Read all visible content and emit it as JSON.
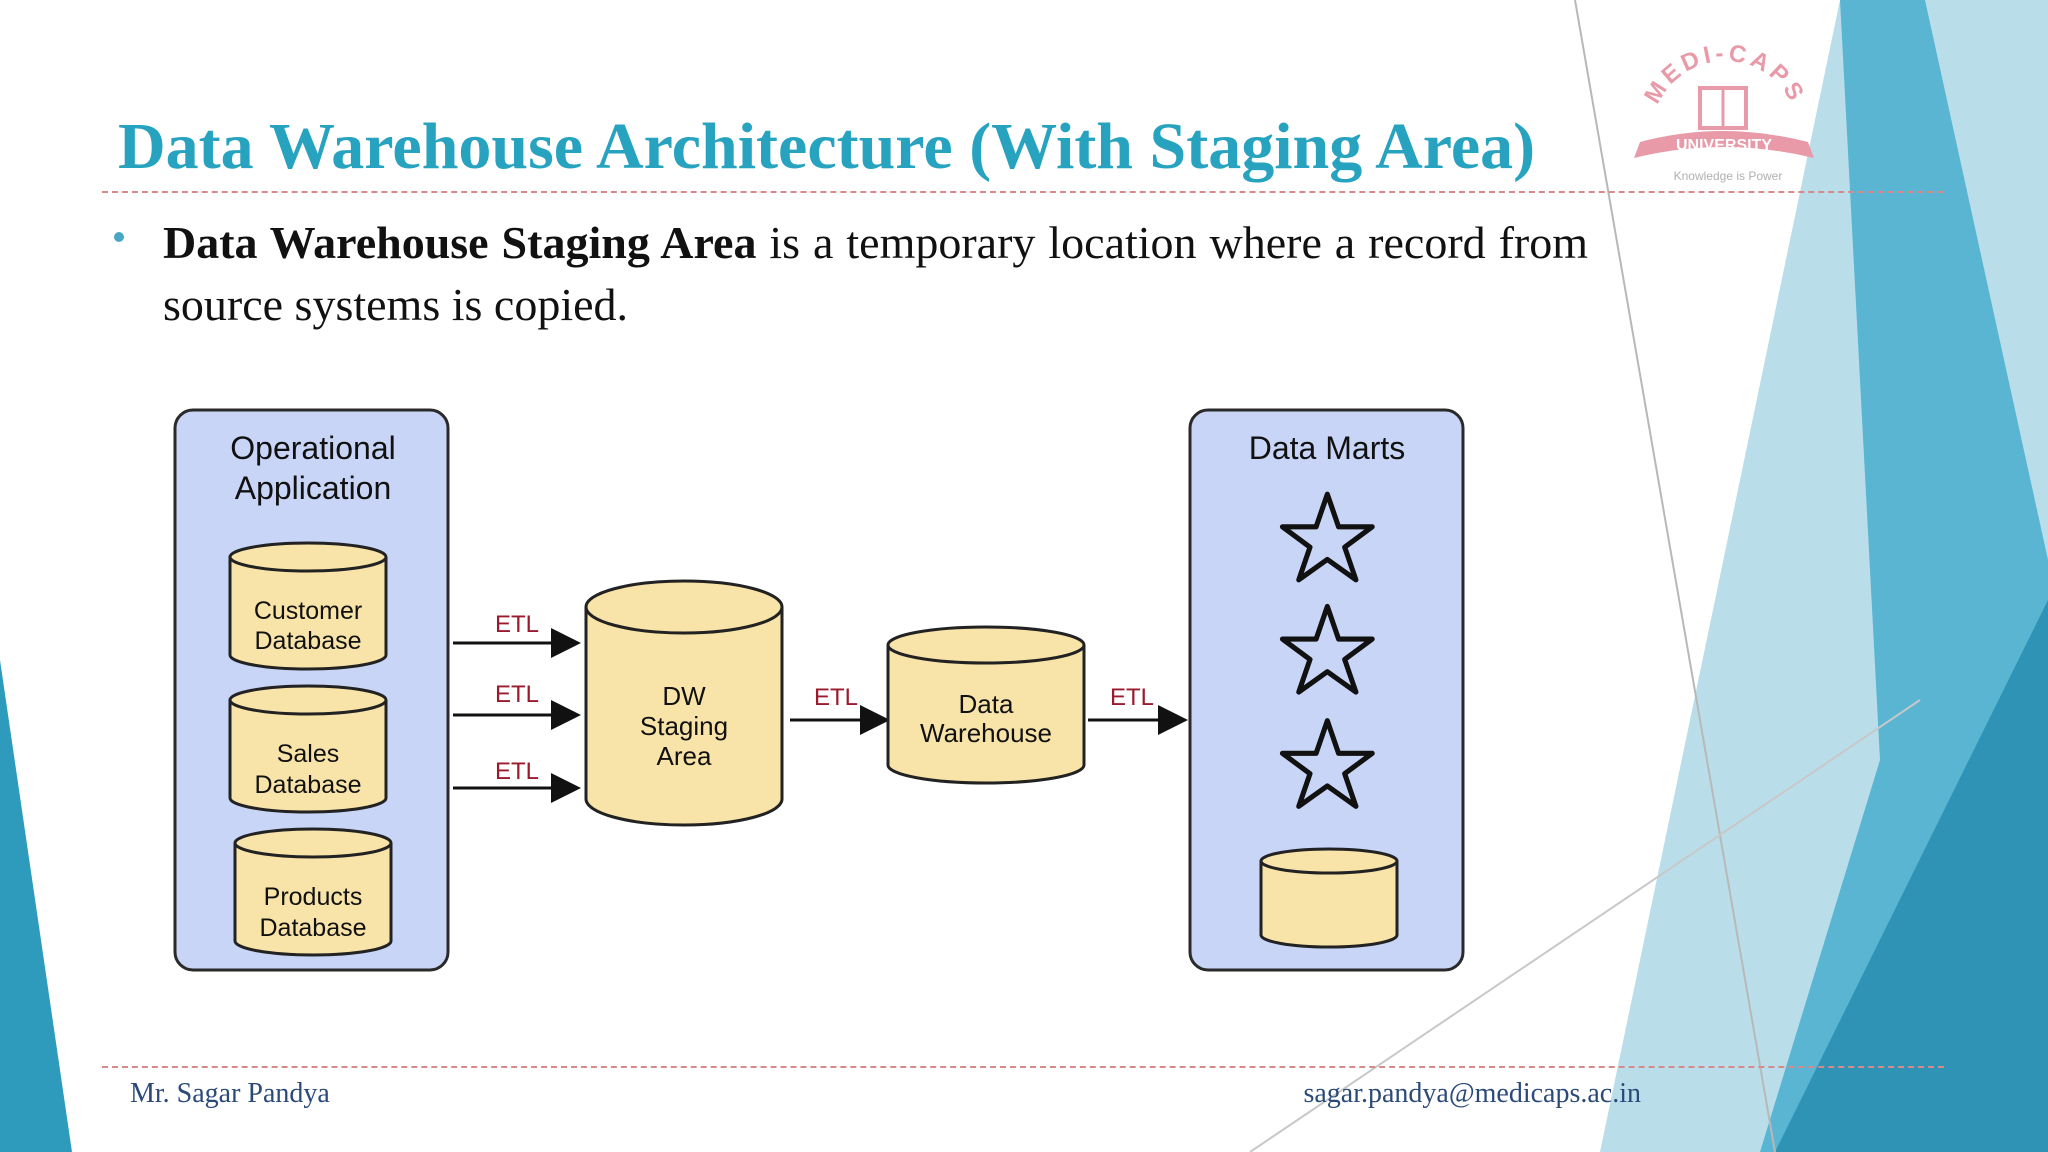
{
  "slide": {
    "title": "Data Warehouse Architecture (With Staging Area)",
    "bullet_bold": "Data Warehouse Staging Area",
    "bullet_rest": " is a temporary location where a record from source systems is copied.",
    "footer_left": "Mr. Sagar Pandya",
    "footer_right": "sagar.pandya@medicaps.ac.in"
  },
  "logo": {
    "arc_text": "MEDI-CAPS",
    "banner_text": "UNIVERSITY",
    "tagline": "Knowledge is Power"
  },
  "diagram": {
    "source_group_title": [
      "Operational",
      "Application"
    ],
    "sources": [
      {
        "lines": [
          "Customer",
          "Database"
        ]
      },
      {
        "lines": [
          "Sales",
          "Database"
        ]
      },
      {
        "lines": [
          "Products",
          "Database"
        ]
      }
    ],
    "etl_label": "ETL",
    "staging_lines": [
      "DW",
      "Staging",
      "Area"
    ],
    "warehouse_lines": [
      "Data",
      "Warehouse"
    ],
    "marts_title": "Data Marts"
  },
  "colors": {
    "title": "#27a3c0",
    "group_fill": "#c8d5f7",
    "cylinder_fill": "#f8e3a8",
    "etl_text": "#9a1b2e",
    "accent_teal": "#2e9bbd"
  }
}
